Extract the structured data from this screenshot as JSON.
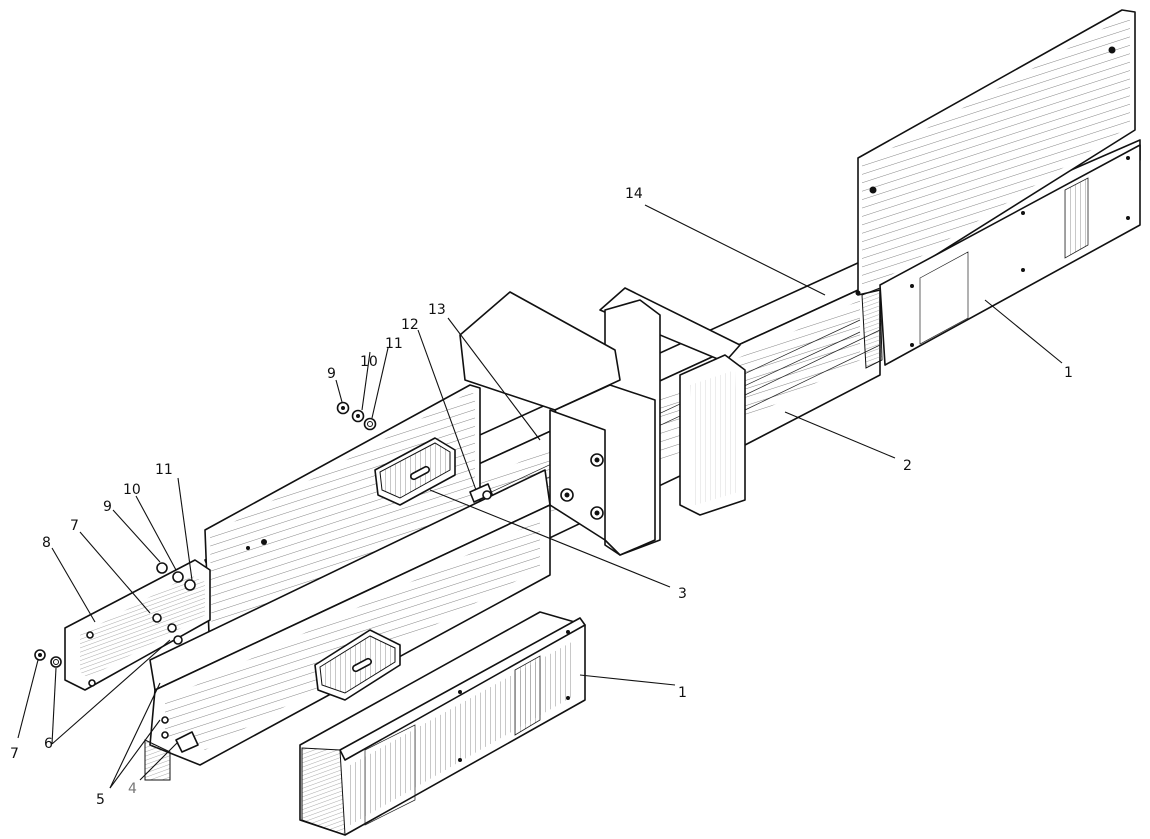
{
  "callouts": [
    {
      "id": "c1a",
      "text": "1"
    },
    {
      "id": "c1b",
      "text": "1"
    },
    {
      "id": "c2",
      "text": "2"
    },
    {
      "id": "c3",
      "text": "3"
    },
    {
      "id": "c4",
      "text": "4"
    },
    {
      "id": "c5",
      "text": "5"
    },
    {
      "id": "c6",
      "text": "6"
    },
    {
      "id": "c7a",
      "text": "7"
    },
    {
      "id": "c7b",
      "text": "7"
    },
    {
      "id": "c8",
      "text": "8"
    },
    {
      "id": "c9a",
      "text": "9"
    },
    {
      "id": "c9b",
      "text": "9"
    },
    {
      "id": "c10a",
      "text": "10"
    },
    {
      "id": "c10b",
      "text": "10"
    },
    {
      "id": "c11a",
      "text": "11"
    },
    {
      "id": "c11b",
      "text": "11"
    },
    {
      "id": "c12",
      "text": "12"
    },
    {
      "id": "c13",
      "text": "13"
    },
    {
      "id": "c14",
      "text": "14"
    }
  ]
}
